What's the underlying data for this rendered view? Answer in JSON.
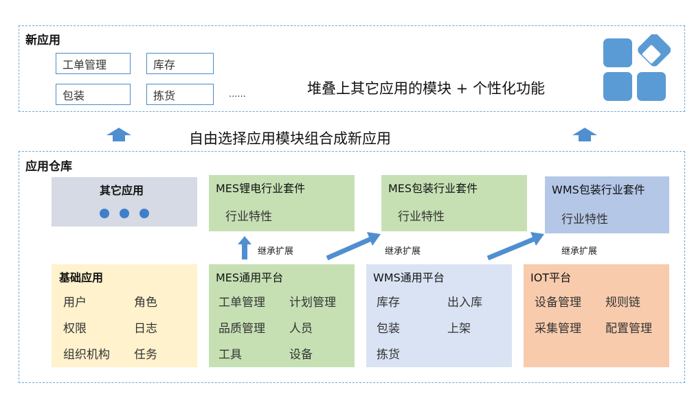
{
  "new_app": {
    "title": "新应用",
    "chips": [
      "工单管理",
      "库存",
      "包装",
      "拣货"
    ],
    "ellipsis": "......",
    "tagline": "堆叠上其它应用的模块 + 个性化功能"
  },
  "middle_caption": "自由选择应用模块组合成新应用",
  "repo": {
    "title": "应用仓库",
    "other_apps": {
      "title": "其它应用"
    },
    "suites": [
      {
        "title": "MES锂电行业套件",
        "item": "行业特性"
      },
      {
        "title": "MES包装行业套件",
        "item": "行业特性"
      },
      {
        "title": "WMS包装行业套件",
        "item": "行业特性"
      }
    ],
    "inherit_label": "继承扩展",
    "platforms": {
      "basic": {
        "title": "基础应用",
        "items": [
          "用户",
          "角色",
          "权限",
          "日志",
          "组织机构",
          "任务"
        ]
      },
      "mes": {
        "title": "MES通用平台",
        "items": [
          "工单管理",
          "计划管理",
          "品质管理",
          "人员",
          "工具",
          "设备"
        ]
      },
      "wms": {
        "title": "WMS通用平台",
        "items": [
          "库存",
          "出入库",
          "包装",
          "上架",
          "拣货"
        ]
      },
      "iot": {
        "title": "IOT平台",
        "items": [
          "设备管理",
          "规则链",
          "采集管理",
          "配置管理"
        ]
      }
    }
  },
  "colors": {
    "frame": "#6aa7d8",
    "arrow": "#4f8fd0",
    "grey": "#d5dae4",
    "green": "#c6e0b4",
    "blue": "#b4c7e7",
    "yellow": "#fff2cc",
    "lightblue": "#dae3f3",
    "orange": "#f8cbad"
  }
}
